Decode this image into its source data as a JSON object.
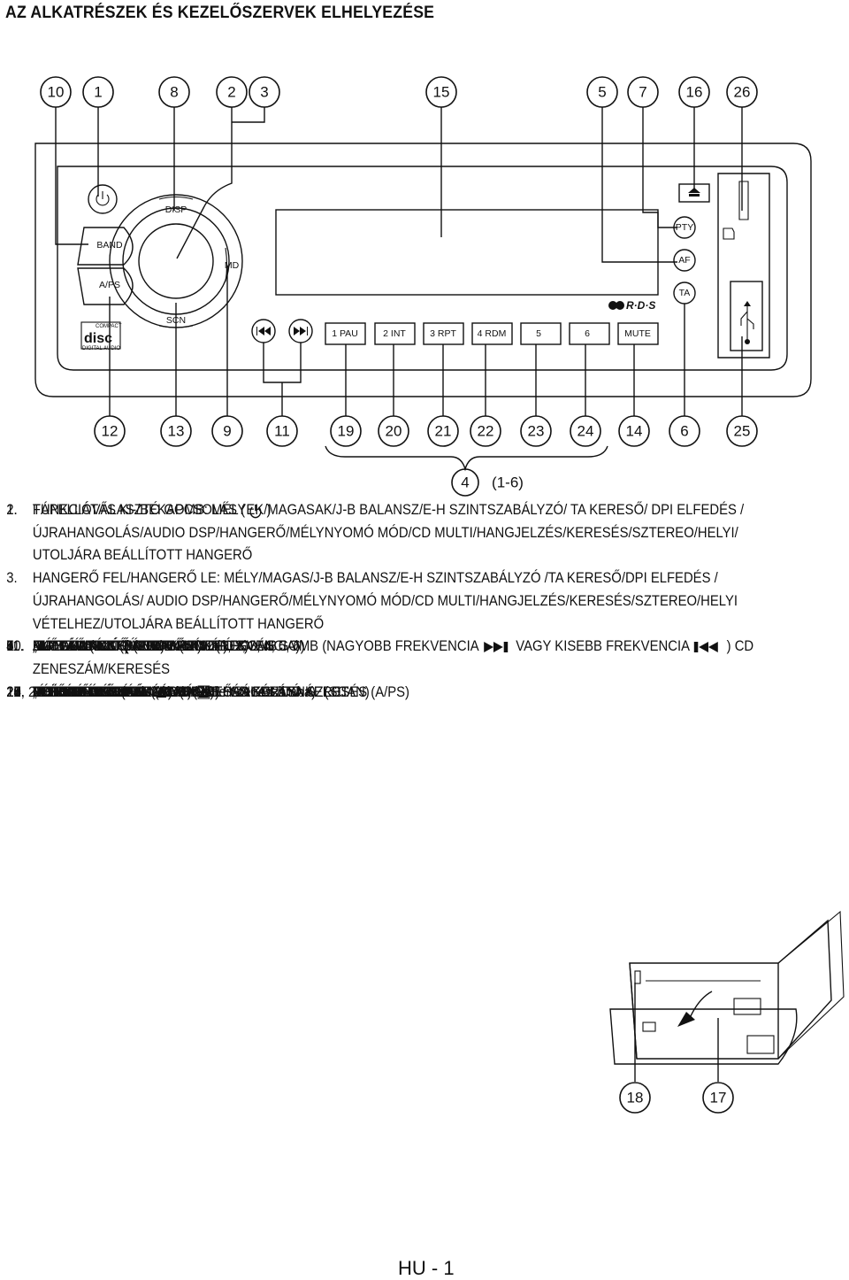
{
  "title": "AZ ALKATRÉSZEK ÉS KEZELŐSZERVEK ELHELYEZÉSE",
  "top_callouts": [
    "10",
    "1",
    "8",
    "2",
    "3",
    "15",
    "5",
    "7",
    "16",
    "26"
  ],
  "bottom_callouts": [
    "12",
    "13",
    "9",
    "11",
    "19",
    "20",
    "21",
    "22",
    "23",
    "24",
    "14",
    "6",
    "25"
  ],
  "preset_callout": {
    "number": "4",
    "range": "(1-6)"
  },
  "detail_callouts": [
    "18",
    "17"
  ],
  "panel_labels": {
    "disp": "DISP",
    "band": "BAND",
    "md": "MD",
    "aps": "A/PS",
    "scn": "SCN",
    "pty": "PTY",
    "af": "AF",
    "ta": "TA",
    "rds": "R·D·S",
    "compact": "COMPACT",
    "disc": "disc",
    "digital_audio": "DIGITAL AUDIO",
    "presets": [
      "1 PAU",
      "2 INT",
      "3 RPT",
      "4 RDM",
      "5",
      "6"
    ],
    "mute": "MUTE"
  },
  "legend": [
    {
      "n": "1.",
      "lines": [
        "TÁPELLÁTÁS KI-/BEKAPCSOLÁS (",
        ")"
      ]
    },
    {
      "n": "2.",
      "lines": [
        "FUNKCIÓVÁLASZTÓ GOMB: MÉLYEK/MAGASAK/J-B BALANSZ/E-H SZINTSZABÁLYZÓ/ TA KERESŐ/ DPI ELFEDÉS /",
        "ÚJRAHANGOLÁS/AUDIO DSP/HANGERŐ/MÉLYNYOMÓ MÓD/CD MULTI/HANGJELZÉS/KERESÉS/SZTEREO/HELYI/",
        "UTOLJÁRA BEÁLLÍTOTT HANGERŐ"
      ]
    },
    {
      "n": "3.",
      "lines": [
        "HANGERŐ FEL/HANGERŐ LE: MÉLY/MAGAS/J-B BALANSZ/E-H SZINTSZABÁLYZÓ /TA KERESŐ/DPI ELFEDÉS /",
        "ÚJRAHANGOLÁS/ AUDIO DSP/HANGERŐ/MÉLYNYOMÓ MÓD/CD MULTI/HANGJELZÉS/KERESÉS/SZTEREO/HELYI",
        "VÉTELHEZ/UTOLJÁRA BEÁLLÍTOTT HANGERŐ"
      ]
    },
    {
      "n": "4.",
      "lines": [
        "ELŐVÁLASZTÓ ÁLLOMÁSOK (1, 2, 3, 4, 5, 6)"
      ]
    },
    {
      "n": "5.",
      "lines": [
        "„AF” FUNKCIÓ (ALTERNATÍV FREKVENCIA)"
      ]
    },
    {
      "n": "6.",
      "lines": [
        "„TA” FUNKCIÓ (ÚTINFORM)"
      ]
    },
    {
      "n": "7.",
      "lines": [
        "„PTY” FUNKCIÓ (PROGRAMTÍPUS)"
      ]
    },
    {
      "n": "8.",
      "lines": [
        "KIJELZŐ (DISP) GOMB"
      ]
    },
    {
      "n": "9.",
      "lines": [
        "MÓDVÁLASZTÓ GOMB (MODE)"
      ]
    },
    {
      "n": "10.",
      "lines": [
        "HULLÁMSÁV- (BAND)VÁLASZTÓ GOMB"
      ]
    },
    {
      "n": "11.",
      "lines": [
        "AUTOMATIKUS VAGY KÉZI HANGOLÁS GOMB (NAGYOBB FREKVENCIA",
        "VAGY KISEBB FREKVENCIA",
        ") CD",
        "ZENESZÁM/KERESÉS"
      ]
    },
    {
      "n": "12.",
      "lines": [
        "AUTOMATIKUS HANGOLÁS/ELŐVÁLASZTÓ KERESÉS (A/PS)"
      ]
    },
    {
      "n": "13.",
      "lines": [
        "„ÁTTEKINTÉS” AUTOMATIKUS HANGOLÁSNÁL (SCAN)"
      ]
    },
    {
      "n": "14.",
      "lines": [
        "ELNÉMÍTÁS GOMB (MUT)"
      ]
    },
    {
      "n": "15.",
      "lines": [
        "LCD KIJELZŐ"
      ]
    },
    {
      "n": "16.",
      "lines": [
        "ELŐLAP KILAZÍTÓ GOMB (",
        ")"
      ]
    },
    {
      "n": "17.",
      "lines": [
        "CD RÉS"
      ]
    },
    {
      "n": "18.",
      "lines": [
        "CD KIADÁS GOMB (",
        ")"
      ]
    },
    {
      "n": "19.",
      "lines": [
        "SZÜNET GOMB"
      ]
    },
    {
      "n": "20.",
      "lines": [
        "INTRO GOMB (Belenézés minden zeneszámba)"
      ]
    },
    {
      "n": "21.",
      "lines": [
        "ISMÉTLÉS GOMB"
      ]
    },
    {
      "n": "22.",
      "lines": [
        "VÉLETLEN LEJÁTSZÁS GOMB"
      ]
    },
    {
      "n": "23, 24.",
      "lines": [
        "+ 10 ZENESZÁM KIKERESÉS FEL/LE"
      ]
    },
    {
      "n": "25.",
      "lines": [
        "USB PORT"
      ]
    },
    {
      "n": "26.",
      "lines": [
        "MULTIMÉDIÁS KÁRTYA (MMC) / SD KÁRTYA SZLOT"
      ]
    }
  ],
  "footer": "HU - 1"
}
